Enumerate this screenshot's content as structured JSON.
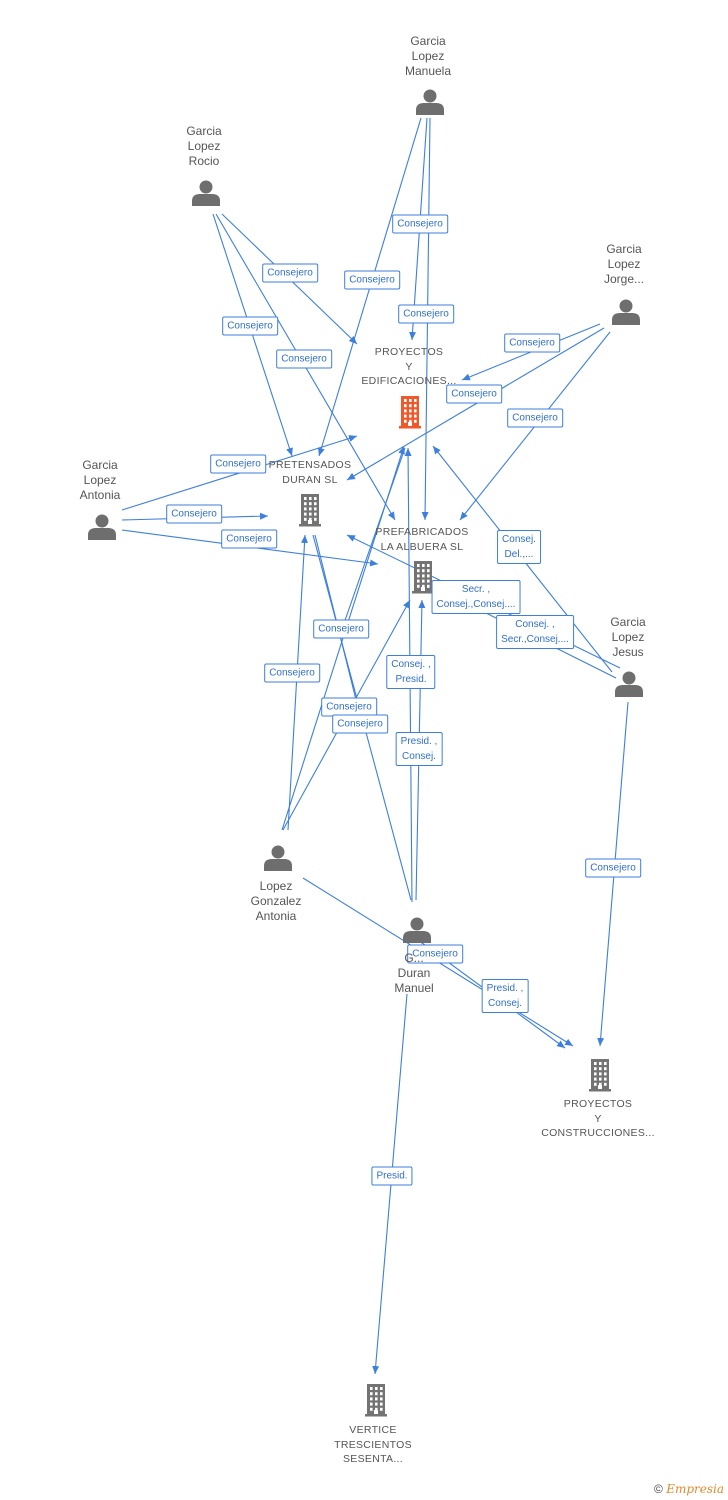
{
  "nodes": {
    "manuela": {
      "label": "Garcia\nLopez\nManuela",
      "type": "person"
    },
    "rocio": {
      "label": "Garcia\nLopez\nRocio",
      "type": "person"
    },
    "jorge": {
      "label": "Garcia\nLopez\nJorge...",
      "type": "person"
    },
    "antonia": {
      "label": "Garcia\nLopez\nAntonia",
      "type": "person"
    },
    "jesus": {
      "label": "Garcia\nLopez\nJesus",
      "type": "person"
    },
    "lopez_gonzalez": {
      "label": "Lopez\nGonzalez\nAntonia",
      "type": "person"
    },
    "manuel": {
      "label": "G...\nDuran\nManuel",
      "type": "person"
    },
    "proyectos_edif": {
      "label": "PROYECTOS\nY\nEDIFICACIONES...",
      "type": "company",
      "highlight": true
    },
    "pretensados": {
      "label": "PRETENSADOS\nDURAN SL",
      "type": "company"
    },
    "prefabricados": {
      "label": "PREFABRICADOS\nLA ALBUERA SL",
      "type": "company"
    },
    "proyectos_const": {
      "label": "PROYECTOS\nY\nCONSTRUCCIONES...",
      "type": "company"
    },
    "vertice": {
      "label": "VERTICE\nTRESCIENTOS\nSESENTA...",
      "type": "company"
    }
  },
  "edge_labels": [
    "Consejero",
    "Consejero",
    "Consejero",
    "Consejero",
    "Consejero",
    "Consejero",
    "Consejero",
    "Consejero",
    "Consejero",
    "Consejero",
    "Consejero",
    "Consejero",
    "Consejero",
    "Consejero",
    "Consejero",
    "Consejero",
    "Consejero",
    "Consej.\nDel.,...",
    "Secr. ,\nConsej.,Consej....",
    "Consej. ,\nSecr.,Consej....",
    "Consej. ,\nPresid.",
    "Consej.",
    "Presid. ,\nConsej.",
    "Consejero",
    "Presid. ,\nConsej.",
    "Consejero",
    "Presid."
  ],
  "colors": {
    "edge": "#3d7fdc",
    "person_icon": "#6e6e6e",
    "company_icon": "#737373",
    "highlight_company": "#f0572a"
  },
  "footer": {
    "copyright_symbol": "©",
    "brand": "Empresia"
  }
}
